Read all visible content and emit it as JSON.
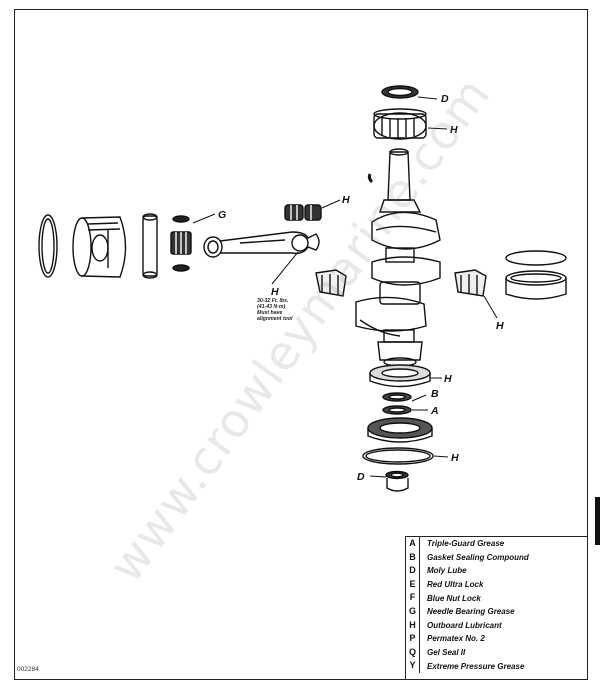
{
  "figure_code": "002284",
  "watermark": "www.crowleymarine.com",
  "callouts": {
    "d_top": "D",
    "h_bearing_top": "H",
    "h_bearing_upper": "H",
    "g_needle": "G",
    "h_rod": "H",
    "h_right_bearing": "H",
    "h_lower_seal": "H",
    "b_label": "B",
    "a_label": "A",
    "h_oring": "H",
    "d_bottom": "D"
  },
  "torque_note": [
    "30-32 Ft. lbs.",
    "(41-43 N·m)",
    "Must have",
    "alignment tool"
  ],
  "legend": [
    {
      "code": "A",
      "text": "Triple-Guard Grease"
    },
    {
      "code": "B",
      "text": "Gasket Sealing Compound"
    },
    {
      "code": "D",
      "text": "Moly Lube"
    },
    {
      "code": "E",
      "text": "Red Ultra Lock"
    },
    {
      "code": "F",
      "text": "Blue Nut Lock"
    },
    {
      "code": "G",
      "text": "Needle Bearing Grease"
    },
    {
      "code": "H",
      "text": "Outboard Lubricant"
    },
    {
      "code": "P",
      "text": "Permatex No. 2"
    },
    {
      "code": "Q",
      "text": "Gel Seal II"
    },
    {
      "code": "Y",
      "text": "Extreme Pressure Grease"
    }
  ]
}
